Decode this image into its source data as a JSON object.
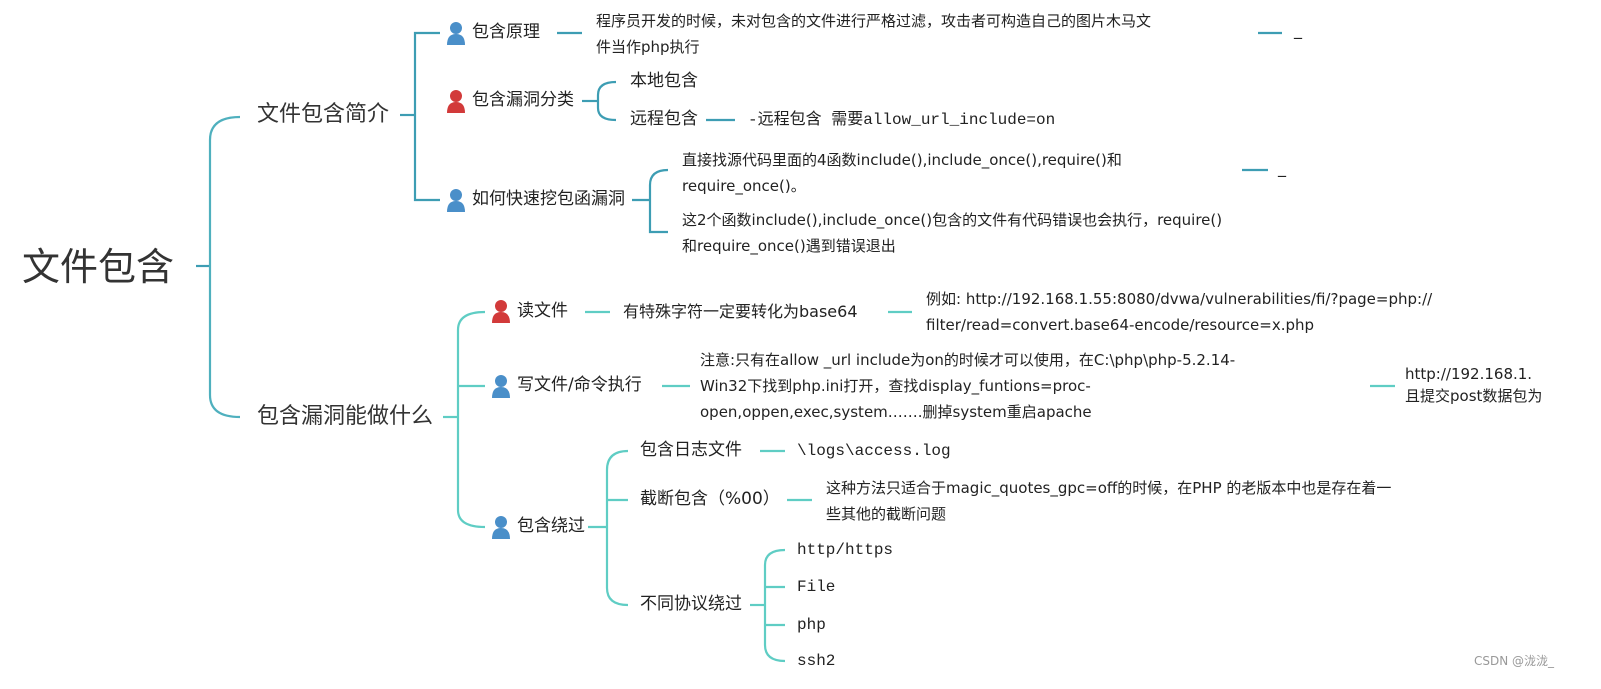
{
  "root": "文件包含",
  "branches": [
    {
      "label": "文件包含简介",
      "children": [
        {
          "label": "包含原理",
          "icon": "person-blue",
          "detail": [
            "程序员开发的时候，未对包含的文件进行严格过滤，攻击者可构造自己的图片木马文",
            "件当作php执行"
          ],
          "tail": "_"
        },
        {
          "label": "包含漏洞分类",
          "icon": "person-red",
          "children": [
            {
              "label": "本地包含"
            },
            {
              "label": "远程包含",
              "detail": "-远程包含 需要allow_url_include=on"
            }
          ]
        },
        {
          "label": "如何快速挖包函漏洞",
          "icon": "person-blue",
          "children": [
            {
              "lines": [
                "直接找源代码里面的4函数include(),include_once(),require()和",
                "require_once()。"
              ],
              "tail": "_"
            },
            {
              "lines": [
                "这2个函数include(),include_once()包含的文件有代码错误也会执行，require()",
                "和require_once()遇到错误退出"
              ]
            }
          ]
        }
      ]
    },
    {
      "label": "包含漏洞能做什么",
      "children": [
        {
          "label": "读文件",
          "icon": "person-red",
          "detail": "有特殊字符一定要转化为base64",
          "example": [
            "例如: http://192.168.1.55:8080/dvwa/vulnerabilities/fi/?page=php://",
            "filter/read=convert.base64-encode/resource=x.php"
          ]
        },
        {
          "label": "写文件/命令执行",
          "icon": "person-blue",
          "detail": [
            "注意:只有在allow _url include为on的时候才可以使用，在C:\\php\\php-5.2.14-",
            "Win32下找到php.ini打开，查找display_funtions=proc-",
            "open,oppen,exec,system…….删掉system重启apache"
          ],
          "example": [
            "http://192.168.1.",
            "且提交post数据包为"
          ]
        },
        {
          "label": "包含绕过",
          "icon": "person-blue",
          "children": [
            {
              "label": "包含日志文件",
              "detail": "\\logs\\access.log"
            },
            {
              "label": "截断包含（%00）",
              "detail": [
                "这种方法只适合于magic_quotes_gpc=off的时候，在PHP 的老版本中也是存在着一",
                "些其他的截断问题"
              ]
            },
            {
              "label": "不同协议绕过",
              "children": [
                "http/https",
                "File",
                "php",
                "ssh2"
              ]
            }
          ]
        }
      ]
    }
  ],
  "watermark": "CSDN @泷泷_",
  "colors": {
    "upper": "#3d9db3",
    "lower": "#5fcdc4",
    "icon_blue": "#4a8fc9",
    "icon_red": "#d23a3a"
  }
}
